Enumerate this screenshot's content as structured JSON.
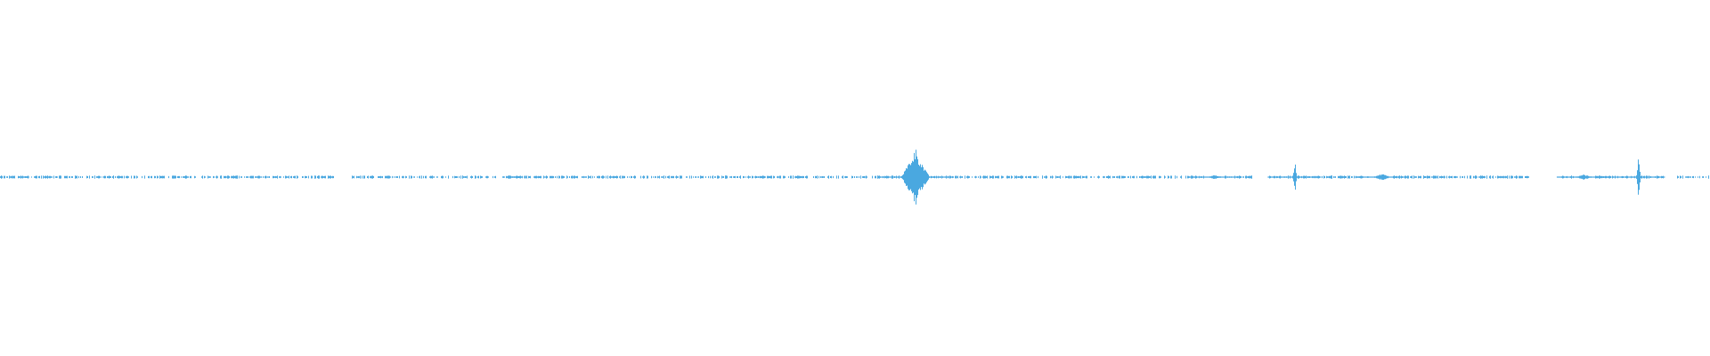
{
  "waveform": {
    "color": "#4aa8e0",
    "background": "#ffffff",
    "peaks": [
      {
        "position": 0.535,
        "amplitude": 0.085,
        "kind": "burst"
      },
      {
        "position": 0.757,
        "amplitude": 0.055,
        "kind": "spike"
      },
      {
        "position": 0.958,
        "amplitude": 0.075,
        "kind": "spike"
      },
      {
        "position": 0.808,
        "amplitude": 0.01,
        "kind": "blip"
      },
      {
        "position": 0.71,
        "amplitude": 0.006,
        "kind": "blip"
      },
      {
        "position": 0.926,
        "amplitude": 0.008,
        "kind": "blip"
      }
    ],
    "silent_gaps": [
      [
        0.195,
        0.205
      ],
      [
        0.29,
        0.292
      ],
      [
        0.894,
        0.913
      ],
      [
        0.732,
        0.742
      ],
      [
        0.973,
        0.98
      ]
    ]
  }
}
